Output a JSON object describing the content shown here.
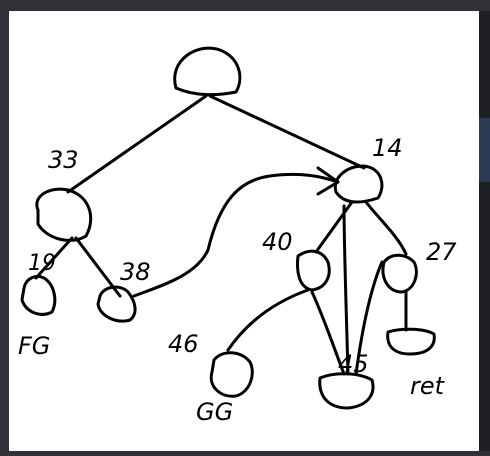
{
  "canvas": {
    "background": "#ffffff",
    "ink": "#000000"
  },
  "labels": {
    "n33": "33",
    "n14": "14",
    "n19": "19",
    "n38": "38",
    "n40": "40",
    "n27": "27",
    "n46": "46",
    "n45": "45",
    "l19": "FG",
    "l46": "GG",
    "l27": "ret"
  }
}
